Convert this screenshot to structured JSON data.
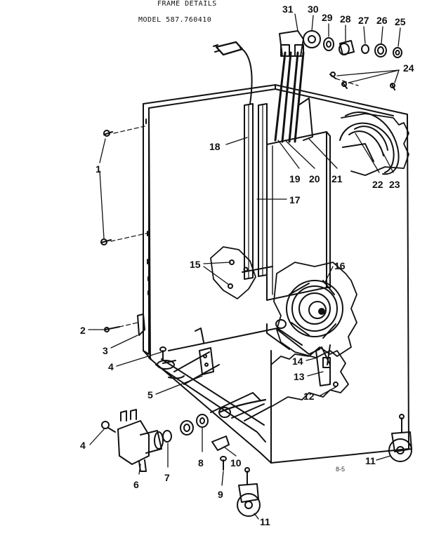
{
  "header": {
    "title": "FRAME DETAILS",
    "model": "MODEL 587.760410"
  },
  "page_note": "8-5",
  "callouts": [
    {
      "id": "c1",
      "label": "1"
    },
    {
      "id": "c2",
      "label": "2"
    },
    {
      "id": "c3",
      "label": "3"
    },
    {
      "id": "c4a",
      "label": "4"
    },
    {
      "id": "c4b",
      "label": "4"
    },
    {
      "id": "c5",
      "label": "5"
    },
    {
      "id": "c6",
      "label": "6"
    },
    {
      "id": "c7",
      "label": "7"
    },
    {
      "id": "c8",
      "label": "8"
    },
    {
      "id": "c9",
      "label": "9"
    },
    {
      "id": "c10",
      "label": "10"
    },
    {
      "id": "c11a",
      "label": "11"
    },
    {
      "id": "c11b",
      "label": "11"
    },
    {
      "id": "c12",
      "label": "12"
    },
    {
      "id": "c13",
      "label": "13"
    },
    {
      "id": "c14",
      "label": "14"
    },
    {
      "id": "c15",
      "label": "15"
    },
    {
      "id": "c16",
      "label": "16"
    },
    {
      "id": "c17",
      "label": "17"
    },
    {
      "id": "c18",
      "label": "18"
    },
    {
      "id": "c19",
      "label": "19"
    },
    {
      "id": "c20",
      "label": "20"
    },
    {
      "id": "c21",
      "label": "21"
    },
    {
      "id": "c22",
      "label": "22"
    },
    {
      "id": "c23",
      "label": "23"
    },
    {
      "id": "c24",
      "label": "24"
    },
    {
      "id": "c25",
      "label": "25"
    },
    {
      "id": "c26",
      "label": "26"
    },
    {
      "id": "c27",
      "label": "27"
    },
    {
      "id": "c28",
      "label": "28"
    },
    {
      "id": "c29",
      "label": "29"
    },
    {
      "id": "c30",
      "label": "30"
    },
    {
      "id": "c31",
      "label": "31"
    }
  ]
}
